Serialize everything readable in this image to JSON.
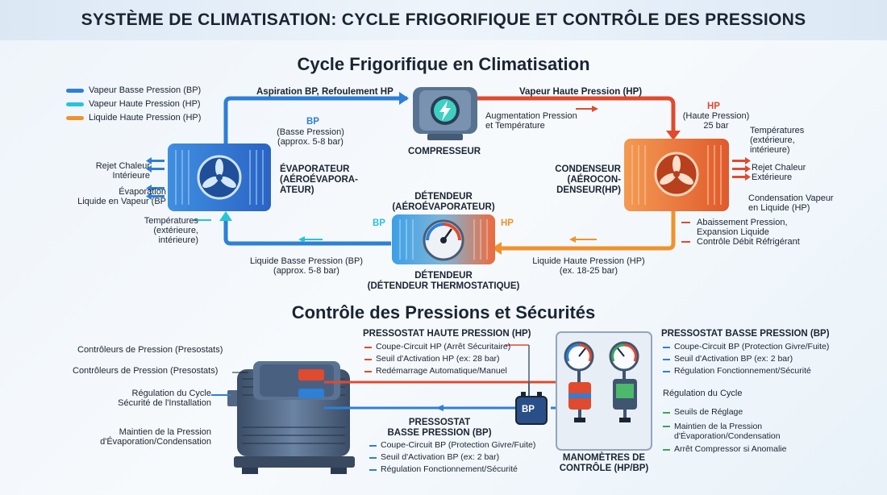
{
  "banner_title": "SYSTÈME DE CLIMATISATION: CYCLE FRIGORIFIQUE ET CONTRÔLE DES PRESSIONS",
  "section1_title": "Cycle Frigorifique en Climatisation",
  "section2_title": "Contrôle des Pressions et Sécurités",
  "colors": {
    "bp_blue": "#2e7fd6",
    "hp_vapor_cyan": "#27c4d9",
    "hp_liquid_orange": "#f0922b",
    "hp_red": "#e04a2e",
    "green": "#3da35a"
  },
  "legend": [
    {
      "label": "Vapeur Basse Pression (BP)",
      "color": "#2e7fd6"
    },
    {
      "label": "Vapeur Haute Pression (HP)",
      "color": "#27c4d9"
    },
    {
      "label": "Liquide Haute Pression (HP)",
      "color": "#f0922b"
    }
  ],
  "cycle": {
    "top_left_label": "Aspiration BP, Refoulement HP",
    "top_right_label": "Vapeur Haute Pression (HP)",
    "bp_tag": "BP",
    "bp_desc": "(Basse Pression)\n(approx. 5-8 bar)",
    "compressor_label": "COMPRESSEUR",
    "compressor_note": "Augmentation Pression\net Température",
    "hp_tag": "HP",
    "hp_desc": "(Haute Pression)\n25 bar",
    "evaporator_label": "ÉVAPORATEUR\n(AÉROÉVAPORA-\nATEUR)",
    "evap_left_1": "Rejet Chaleur\nIntérieure",
    "evap_left_2": "Évaporation\nLiquide en Vapeur (BP",
    "evap_temps": "Températures\n(extérieure,\nintérieure)",
    "condenser_label": "CONDENSEUR\n(AÉROCON-\nDENSEUR(HP)",
    "cond_right_temps": "Températures\n(extérieure,\nintérieure)",
    "cond_right_reject": "Rejet Chaleur\nExtérieure",
    "cond_right_cond": "Condensation Vapeur\nen Liquide (HP)",
    "cond_right_bullets": [
      "Abaissement Pression,\nExpansion Liquide",
      "Contrôle Débit Réfrigérant"
    ],
    "detendeur_top": "DÉTENDEUR\n(AÉROÉVAPORATEUR)",
    "detendeur_bottom": "DÉTENDEUR\n(DÉTENDEUR THERMOSTATIQUE)",
    "det_bp": "BP",
    "det_hp": "HP",
    "bottom_left_label": "Liquide Basse Pression (BP)\n(approx. 5-8 bar)",
    "bottom_right_label": "Liquide Haute Pression (HP)\n(ex. 18-25 bar)"
  },
  "controls": {
    "left_labels": [
      "Contrôleurs de Pression (Presostats)",
      "Contrôleurs de Pression (Presostats)",
      "Régulation du Cycle\nSécurité de l'Installation",
      "Maintien de la Pression\nd'Évaporation/Condensation"
    ],
    "hp_title": "PRESSOSTAT HAUTE PRESSION (HP)",
    "hp_bullets": [
      "Coupe-Circuit HP (Arrêt Sécuritaire)",
      "Seuil d'Activation HP (ex: 28 bar)",
      "Redémarrage Automatique/Manuel"
    ],
    "bp_box_label": "BP",
    "bp_title": "PRESSOSTAT\nBASSE PRESSION (BP)",
    "bp_bullets": [
      "Coupe-Circuit BP (Protection Givre/Fuite)",
      "Seuil d'Activation BP (ex: 2 bar)",
      "Régulation Fonctionnement/Sécurité"
    ],
    "gauges_label": "MANOMÈTRES DE\nCONTRÔLE (HP/BP)",
    "right_title": "PRESSOSTAT BASSE PRESSION (BP)",
    "right_bullets": [
      "Coupe-Circuit BP (Protection Givre/Fuite)",
      "Seuil d'Activation BP (ex: 2 bar)",
      "Régulation Fonctionnement/Sécurité"
    ],
    "right_reg_title": "Régulation du Cycle",
    "right_green_bullets": [
      "Seuils de Réglage",
      "Maintien de la Pression\nd'Évaporation/Condensation",
      "Arrêt Compressor si Anomalie"
    ]
  }
}
